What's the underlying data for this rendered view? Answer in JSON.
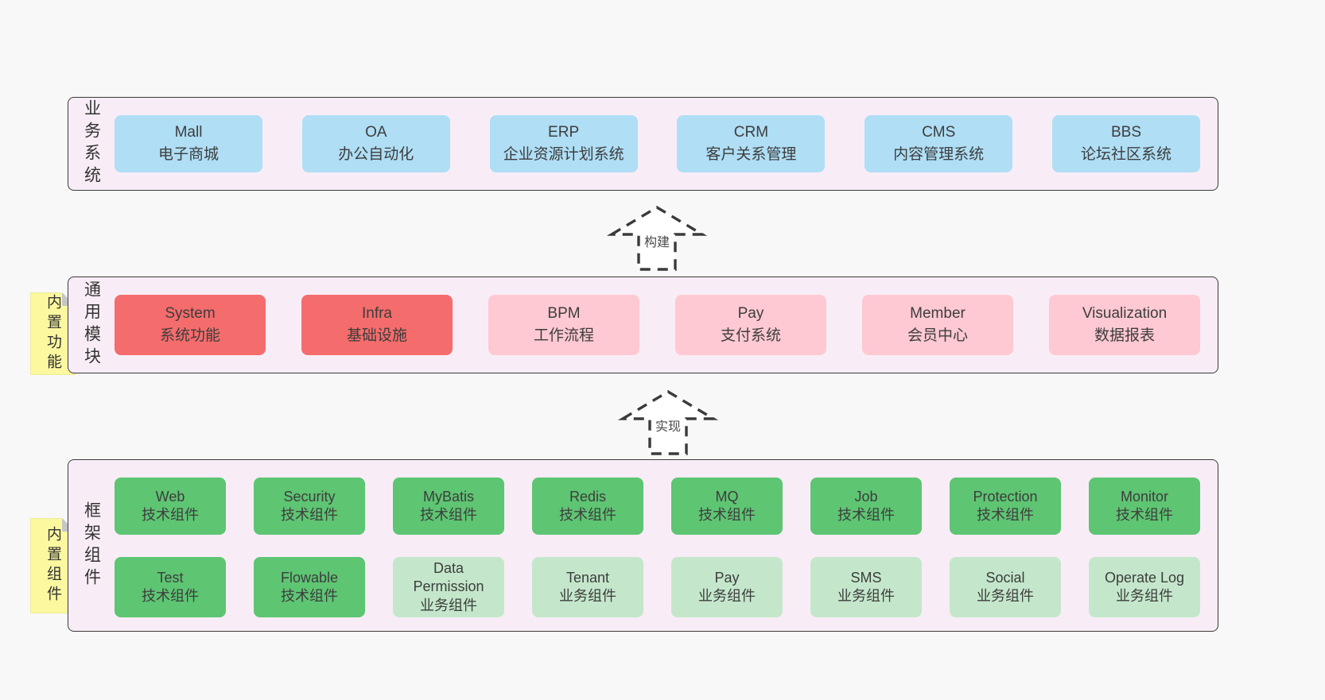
{
  "colors": {
    "page_bg": "#f8f8f8",
    "panel_bg": "#f8edf6",
    "panel_border": "#3a3a3a",
    "box_blue": "#afdef5",
    "box_red": "#f56c6c",
    "box_pink": "#fec9d2",
    "box_green_dark": "#5ec573",
    "box_green_light": "#c4e7cb",
    "note_yellow": "#fbf8a0",
    "note_fold_gray": "#c6c6c6"
  },
  "sections": {
    "business": {
      "label": "业务系统",
      "boxes": [
        {
          "title": "Mall",
          "subtitle": "电子商城"
        },
        {
          "title": "OA",
          "subtitle": "办公自动化"
        },
        {
          "title": "ERP",
          "subtitle": "企业资源计划系统"
        },
        {
          "title": "CRM",
          "subtitle": "客户关系管理"
        },
        {
          "title": "CMS",
          "subtitle": "内容管理系统"
        },
        {
          "title": "BBS",
          "subtitle": "论坛社区系统"
        }
      ]
    },
    "modules": {
      "label": "通用模块",
      "note": "内置功能",
      "boxes": [
        {
          "title": "System",
          "subtitle": "系统功能"
        },
        {
          "title": "Infra",
          "subtitle": "基础设施"
        },
        {
          "title": "BPM",
          "subtitle": "工作流程"
        },
        {
          "title": "Pay",
          "subtitle": "支付系统"
        },
        {
          "title": "Member",
          "subtitle": "会员中心"
        },
        {
          "title": "Visualization",
          "subtitle": "数据报表"
        }
      ]
    },
    "framework": {
      "label": "框架组件",
      "note": "内置组件",
      "rows": [
        [
          {
            "title": "Web",
            "subtitle": "技术组件"
          },
          {
            "title": "Security",
            "subtitle": "技术组件"
          },
          {
            "title": "MyBatis",
            "subtitle": "技术组件"
          },
          {
            "title": "Redis",
            "subtitle": "技术组件"
          },
          {
            "title": "MQ",
            "subtitle": "技术组件"
          },
          {
            "title": "Job",
            "subtitle": "技术组件"
          },
          {
            "title": "Protection",
            "subtitle": "技术组件"
          },
          {
            "title": "Monitor",
            "subtitle": "技术组件"
          }
        ],
        [
          {
            "title": "Test",
            "subtitle": "技术组件"
          },
          {
            "title": "Flowable",
            "subtitle": "技术组件"
          },
          {
            "title": "Data Permission",
            "subtitle": "业务组件"
          },
          {
            "title": "Tenant",
            "subtitle": "业务组件"
          },
          {
            "title": "Pay",
            "subtitle": "业务组件"
          },
          {
            "title": "SMS",
            "subtitle": "业务组件"
          },
          {
            "title": "Social",
            "subtitle": "业务组件"
          },
          {
            "title": "Operate Log",
            "subtitle": "业务组件"
          }
        ]
      ]
    }
  },
  "arrows": {
    "build": {
      "label": "构建"
    },
    "implement": {
      "label": "实现"
    }
  }
}
